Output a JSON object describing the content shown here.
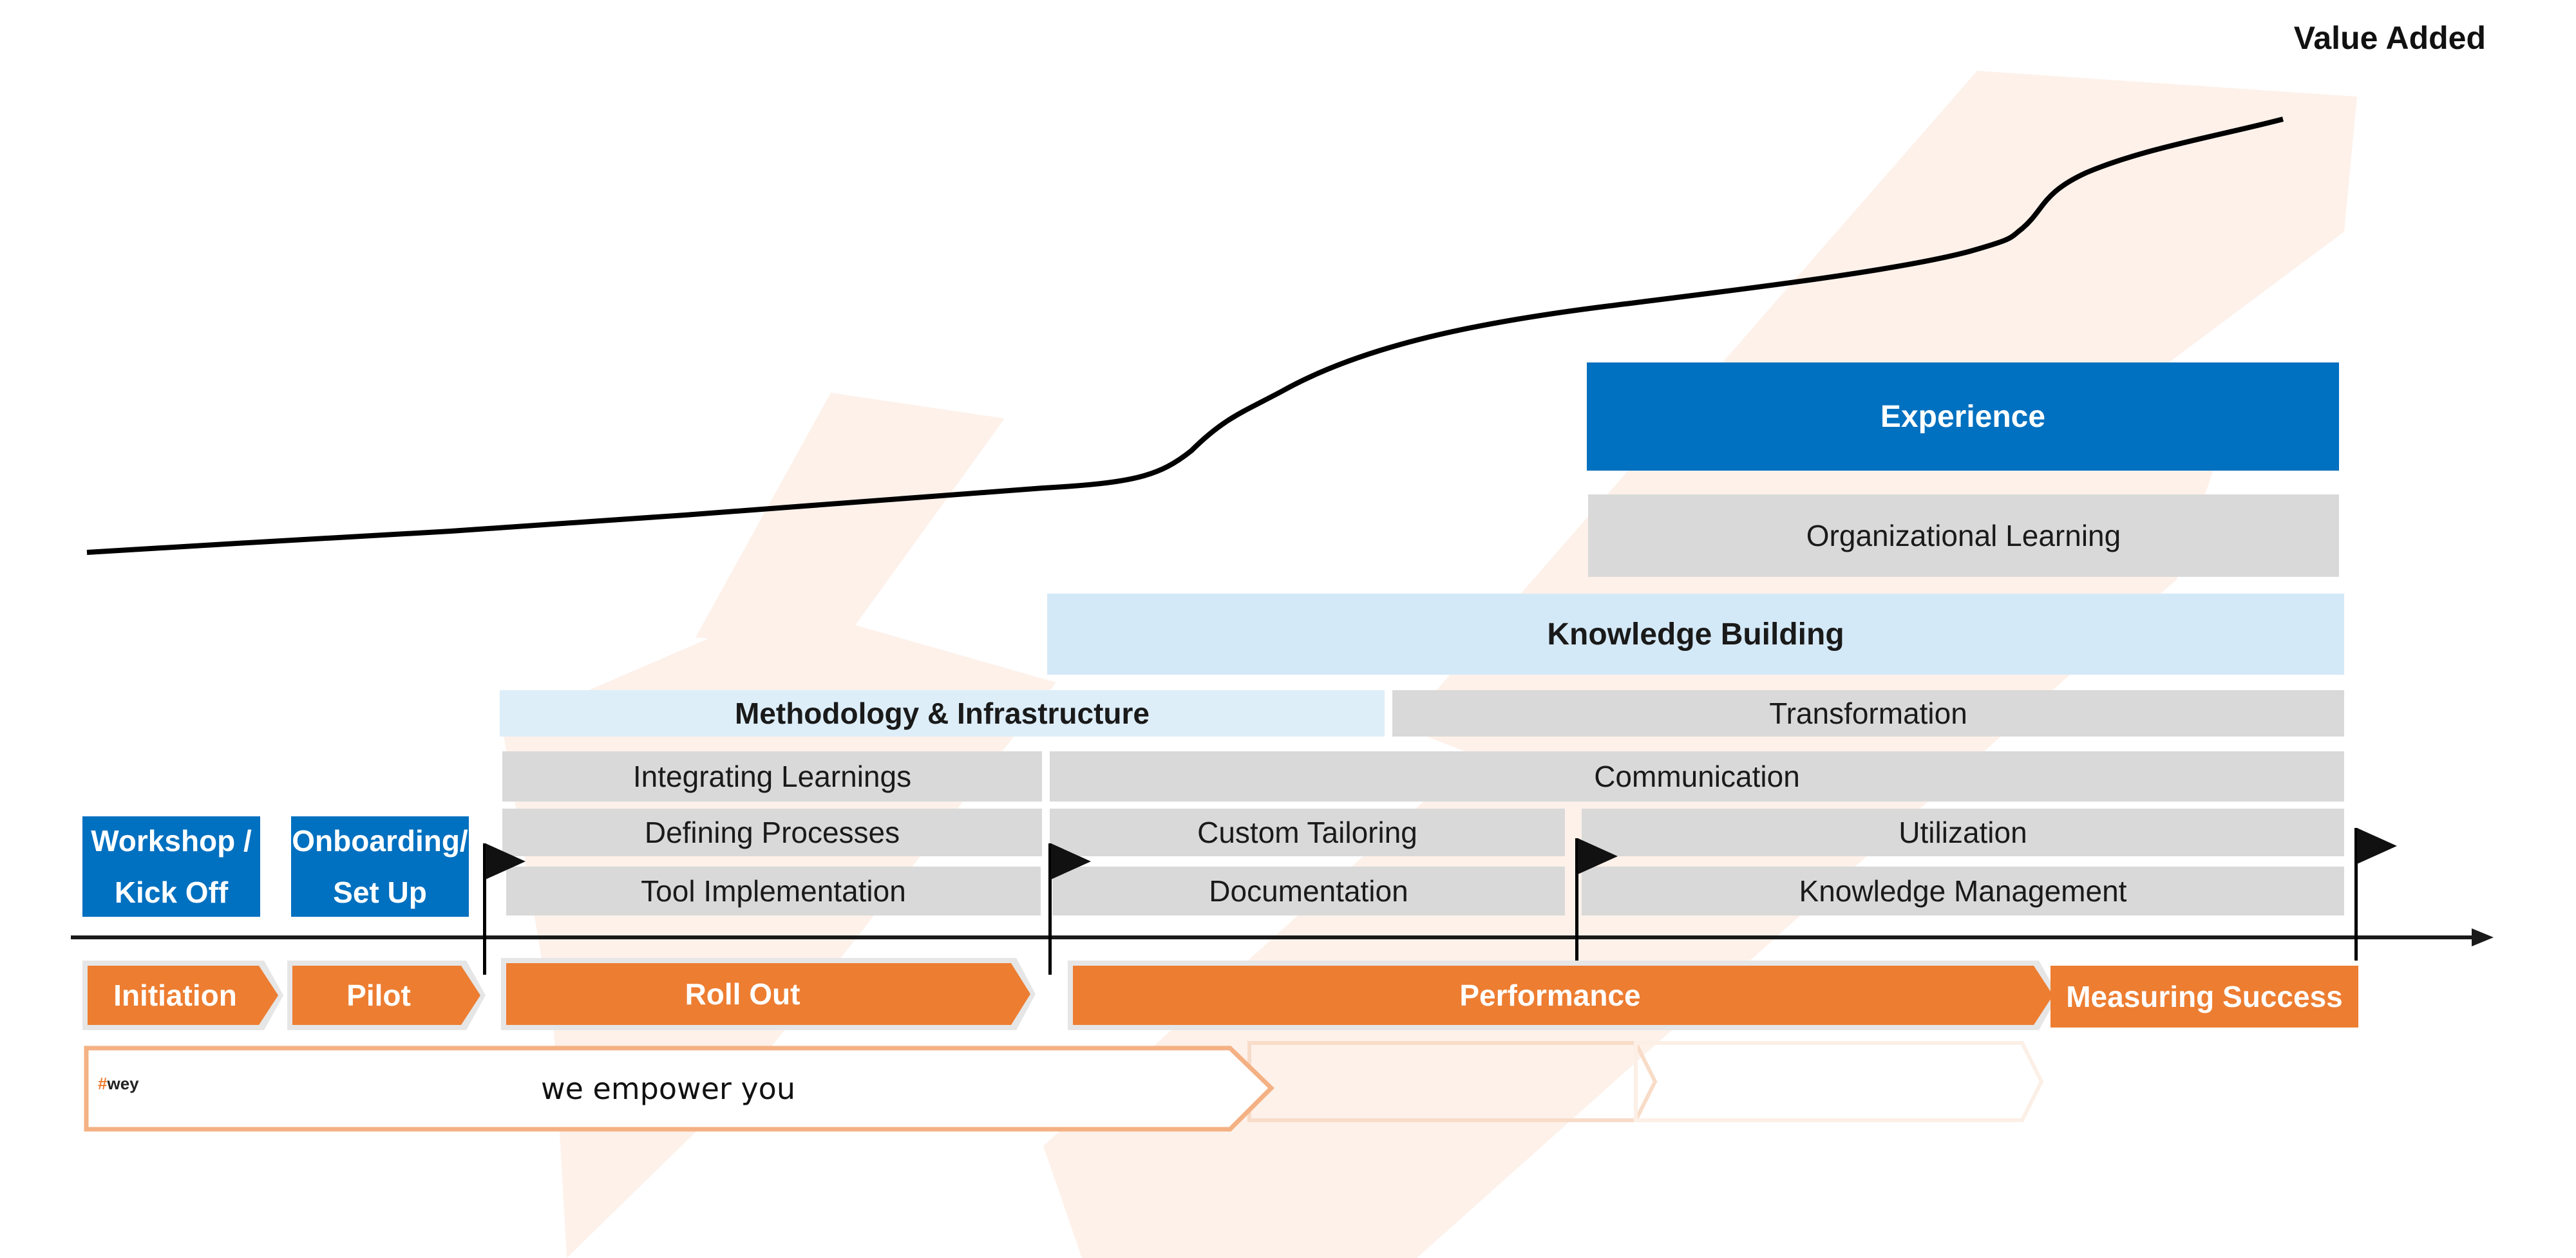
{
  "header": {
    "value_added": "Value Added"
  },
  "kickoff": {
    "workshop": [
      "Workshop /",
      "Kick Off"
    ],
    "onboarding": [
      "Onboarding/",
      "Set Up"
    ]
  },
  "blocks": {
    "experience": "Experience",
    "organizational_learning": "Organizational Learning",
    "knowledge_building": "Knowledge Building",
    "methodology": "Methodology & Infrastructure",
    "transformation": "Transformation",
    "integrating": "Integrating  Learnings",
    "communication": "Communication",
    "defining": "Defining Processes",
    "custom": "Custom Tailoring",
    "utilization": "Utilization",
    "tool": "Tool Implementation",
    "documentation": "Documentation",
    "knowledge_mgmt": "Knowledge Management"
  },
  "phases": {
    "initiation": "Initiation",
    "pilot": "Pilot",
    "rollout": "Roll Out",
    "performance": "Performance",
    "measuring": "Measuring Success"
  },
  "banner": {
    "logo_hash": "#",
    "logo_text": "wey",
    "tagline": "we empower you"
  },
  "colors": {
    "orange": "#ed7d31",
    "blue": "#0070c0",
    "light_blue": "#d4e9f7",
    "gray": "#d9d9d9",
    "watermark": "#fdf1ea"
  }
}
